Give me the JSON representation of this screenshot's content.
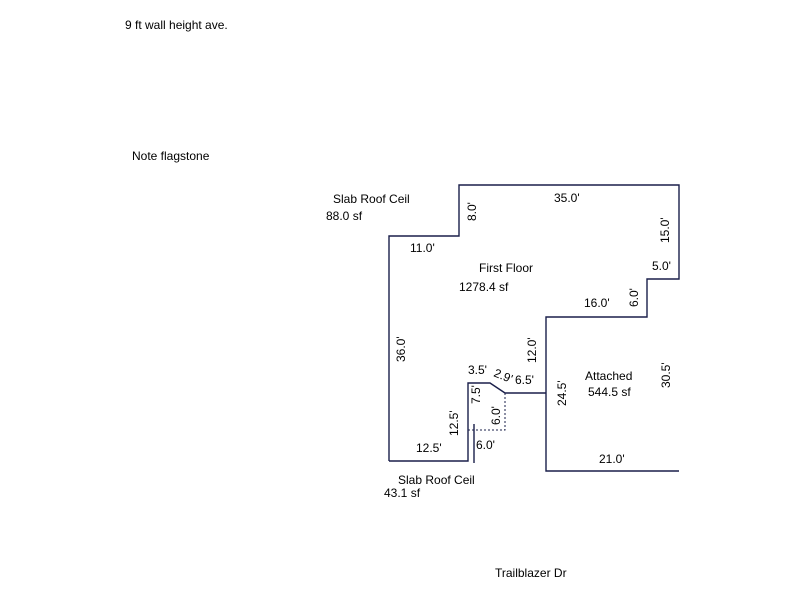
{
  "notes": {
    "wall_height": "9 ft wall height ave.",
    "flagstone": "Note flagstone",
    "street": "Trailblazer Dr"
  },
  "areas": {
    "slab_roof_top": {
      "name": "Slab Roof Ceil",
      "size": "88.0 sf"
    },
    "first_floor": {
      "name": "First Floor",
      "size": "1278.4 sf"
    },
    "attached": {
      "name": "Attached",
      "size": "544.5 sf"
    },
    "slab_roof_bottom": {
      "name": "Slab Roof Ceil",
      "size": "43.1 sf"
    }
  },
  "dimensions": {
    "top": "35.0'",
    "left_step_vertical": "8.0'",
    "right_upper": "15.0'",
    "left_step_horizontal": "11.0'",
    "right_step_horizontal": "5.0'",
    "right_step_vertical": "6.0'",
    "inner_horizontal": "16.0'",
    "left_wall": "36.0'",
    "inner_vertical": "12.0'",
    "notch_top": "3.5'",
    "notch_diagonal": "2.9'",
    "notch_right": "6.5'",
    "notch_left": "7.5'",
    "notch_dashed": "6.0'",
    "notch_lower_left": "12.5'",
    "bottom_left": "12.5'",
    "notch_bottom": "6.0'",
    "attached_left": "24.5'",
    "attached_right": "30.5'",
    "attached_bottom": "21.0'"
  }
}
